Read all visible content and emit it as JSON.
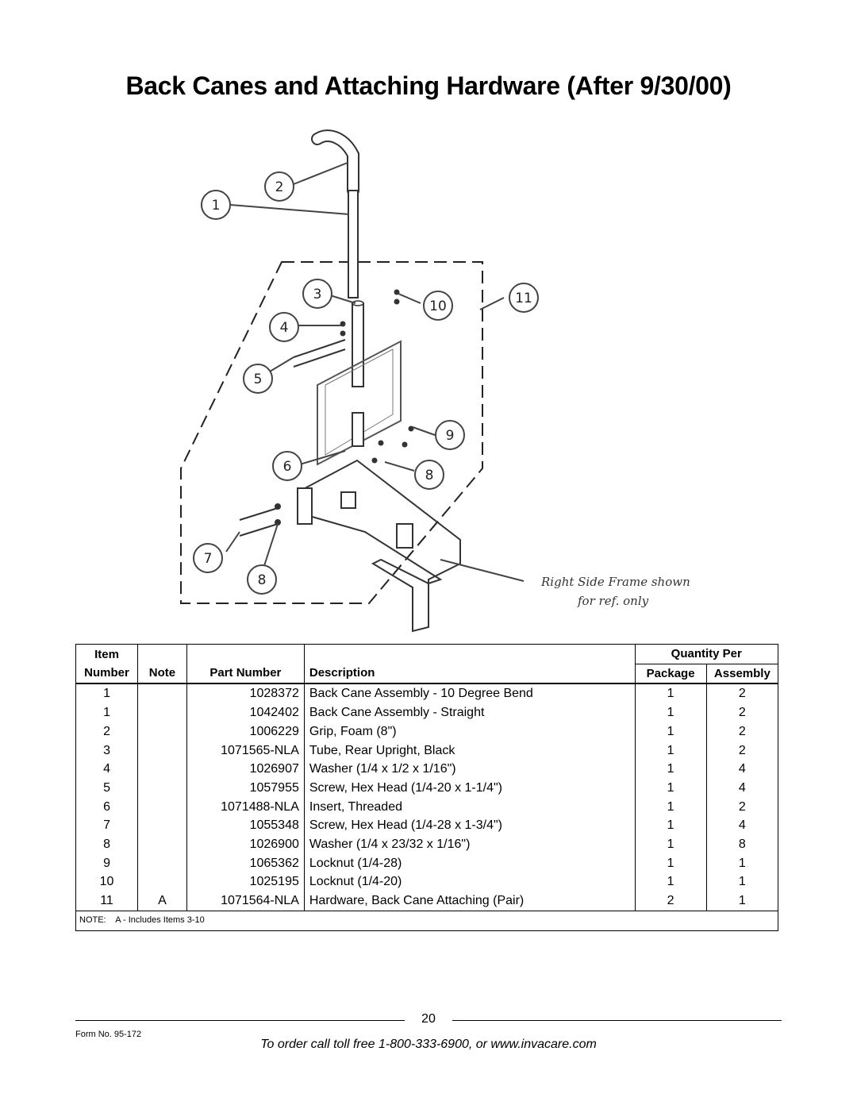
{
  "title": "Back Canes and Attaching Hardware (After 9/30/00)",
  "diagram": {
    "callouts": [
      "1",
      "2",
      "3",
      "4",
      "5",
      "6",
      "7",
      "8",
      "9",
      "10",
      "11",
      "8"
    ],
    "note_line1": "Right Side Frame shown",
    "note_line2": "for ref. only"
  },
  "table": {
    "headers": {
      "item_top": "Item",
      "item_bottom": "Number",
      "note": "Note",
      "part_number": "Part Number",
      "description": "Description",
      "quantity_per": "Quantity Per",
      "package": "Package",
      "assembly": "Assembly"
    },
    "rows": [
      {
        "item": "1",
        "note": "",
        "part": "1028372",
        "desc": "Back Cane Assembly - 10 Degree Bend",
        "pkg": "1",
        "asm": "2"
      },
      {
        "item": "1",
        "note": "",
        "part": "1042402",
        "desc": "Back Cane Assembly - Straight",
        "pkg": "1",
        "asm": "2"
      },
      {
        "item": "2",
        "note": "",
        "part": "1006229",
        "desc": "Grip, Foam (8\")",
        "pkg": "1",
        "asm": "2"
      },
      {
        "item": "3",
        "note": "",
        "part": "1071565-NLA",
        "desc": "Tube, Rear Upright, Black",
        "pkg": "1",
        "asm": "2"
      },
      {
        "item": "4",
        "note": "",
        "part": "1026907",
        "desc": "Washer (1/4 x 1/2 x 1/16\")",
        "pkg": "1",
        "asm": "4"
      },
      {
        "item": "5",
        "note": "",
        "part": "1057955",
        "desc": "Screw, Hex Head (1/4-20 x 1-1/4\")",
        "pkg": "1",
        "asm": "4"
      },
      {
        "item": "6",
        "note": "",
        "part": "1071488-NLA",
        "desc": "Insert, Threaded",
        "pkg": "1",
        "asm": "2"
      },
      {
        "item": "7",
        "note": "",
        "part": "1055348",
        "desc": "Screw, Hex Head (1/4-28 x 1-3/4\")",
        "pkg": "1",
        "asm": "4"
      },
      {
        "item": "8",
        "note": "",
        "part": "1026900",
        "desc": "Washer (1/4 x 23/32 x 1/16\")",
        "pkg": "1",
        "asm": "8"
      },
      {
        "item": "9",
        "note": "",
        "part": "1065362",
        "desc": "Locknut (1/4-28)",
        "pkg": "1",
        "asm": "1"
      },
      {
        "item": "10",
        "note": "",
        "part": "1025195",
        "desc": "Locknut (1/4-20)",
        "pkg": "1",
        "asm": "1"
      },
      {
        "item": "11",
        "note": "A",
        "part": "1071564-NLA",
        "desc": "Hardware, Back Cane Attaching (Pair)",
        "pkg": "2",
        "asm": "1"
      }
    ],
    "note_label": "NOTE:",
    "note_text": "A - Includes Items 3-10"
  },
  "footer": {
    "page_number": "20",
    "form_no": "Form No.  95-172",
    "order_text": "To order call toll free 1-800-333-6900, or www.invacare.com"
  }
}
